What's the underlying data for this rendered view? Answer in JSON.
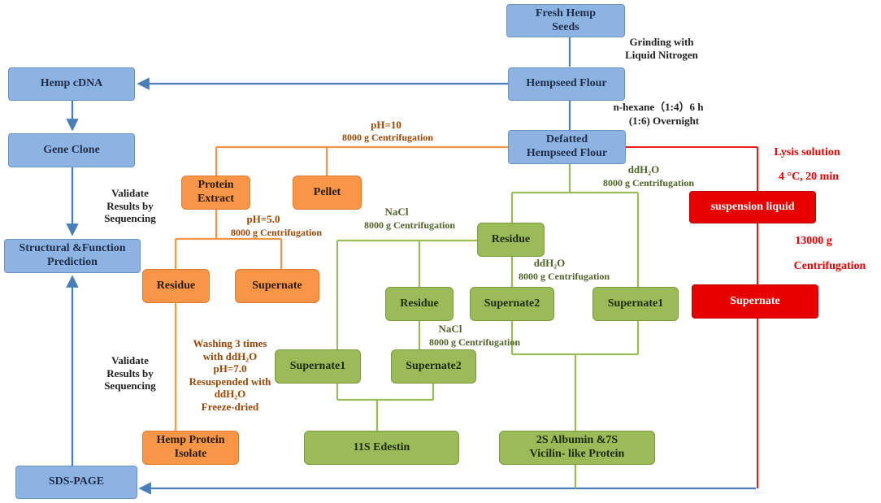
{
  "nodes": {
    "fresh_hemp_seeds": "Fresh Hemp\nSeeds",
    "hempseed_flour": "Hempseed Flour",
    "defatted_flour": "Defatted\nHempseed Flour",
    "hemp_cdna": "Hemp cDNA",
    "gene_clone": "Gene Clone",
    "structural_prediction": "Structural &Function\nPrediction",
    "sds_page": "SDS-PAGE",
    "protein_extract": "Protein\nExtract",
    "pellet": "Pellet",
    "residue_orange": "Residue",
    "supernate_orange": "Supernate",
    "hemp_protein_isolate": "Hemp Protein\nIsolate",
    "residue_green_top": "Residue",
    "residue_green_mid": "Residue",
    "supernate2_right": "Supernate2",
    "supernate1_right": "Supernate1",
    "supernate1_left": "Supernate1",
    "supernate2_left": "Supernate2",
    "edestin_11s": "11S Edestin",
    "albumin_vicilin": "2S Albumin &7S\nVicilin- like Protein",
    "suspension_liquid": "suspension liquid",
    "supernate_red": "Supernate"
  },
  "labels": {
    "grinding": "Grinding with\nLiquid Nitrogen",
    "hexane_line1": "n-hexane（1:4）6 h",
    "hexane_line2": "(1:6) Overnight",
    "validate_1": "Validate\nResults by\nSequencing",
    "validate_2": "Validate\nResults by\nSequencing",
    "ph10": "pH=10",
    "centrifuge_ph10": "8000 g Centrifugation",
    "ph5": "pH=5.0",
    "centrifuge_ph5": "8000 g Centrifugation",
    "nacl_top": "NaCl",
    "centrifuge_nacl_top": "8000 g Centrifugation",
    "ddh2o_top": "ddH₂O",
    "centrifuge_ddh2o_top": "8000 g Centrifugation",
    "ddh2o_mid": "ddH₂O",
    "centrifuge_ddh2o_mid": "8000 g Centrifugation",
    "nacl_mid": "NaCl",
    "centrifuge_nacl_mid": "8000 g Centrifugation",
    "washing": "Washing 3 times\nwith ddH₂O\npH=7.0\nResuspended with\nddH₂O\nFreeze-dried",
    "lysis_solution": "Lysis solution",
    "lysis_conditions": "4 °C, 20 min",
    "centrifuge_13000": "13000 g",
    "centrifugation_red": "Centrifugation"
  },
  "colors": {
    "blue_node": "#8db3e2",
    "blue_line": "#4a7ebb",
    "orange_node": "#f79646",
    "green_node": "#9bbb59",
    "red_node": "#e60000"
  }
}
